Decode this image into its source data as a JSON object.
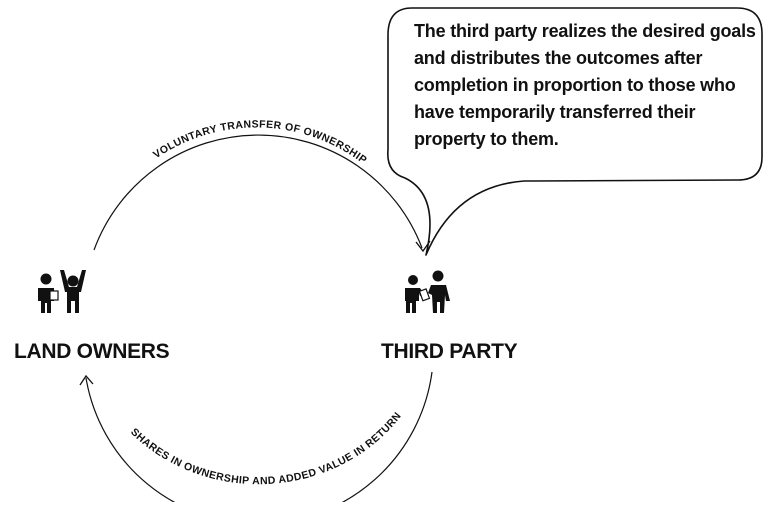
{
  "callout": {
    "text": "The third party realizes the desired goals and distributes the outcomes after completion in proportion to those who have temporarily transferred their property to them."
  },
  "nodes": {
    "left": {
      "label": "LAND OWNERS",
      "icon": "people-icon"
    },
    "right": {
      "label": "THIRD PARTY",
      "icon": "handshake-people-icon"
    }
  },
  "arrows": {
    "top": {
      "label": "VOLUNTARY TRANSFER OF OWNERSHIP",
      "direction": "land-owners-to-third-party"
    },
    "bottom": {
      "label": "SHARES IN OWNERSHIP AND ADDED VALUE IN RETURN",
      "direction": "third-party-to-land-owners"
    }
  },
  "colors": {
    "ink": "#111111",
    "background": "#ffffff"
  }
}
